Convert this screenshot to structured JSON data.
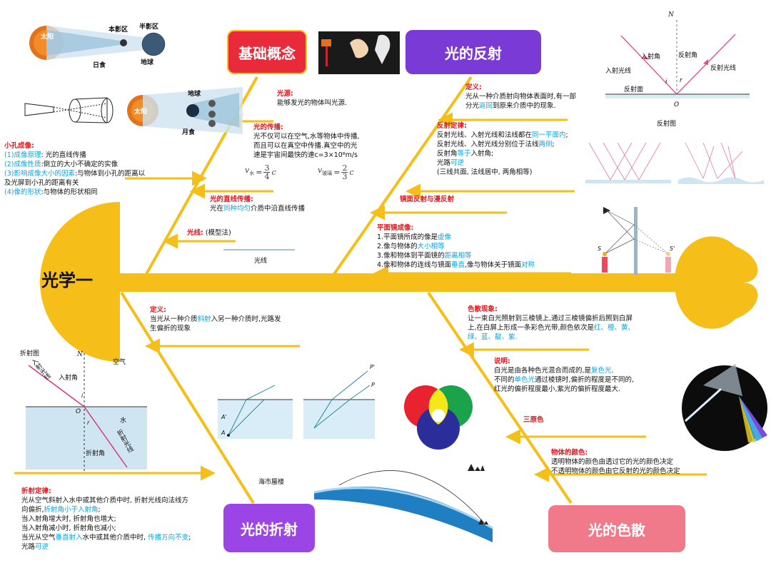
{
  "center_title": "光学一",
  "branches": {
    "basic": "基础概念",
    "reflection": "光的反射",
    "refraction": "光的折射",
    "dispersion": "光的色散"
  },
  "colors": {
    "spine": "#f5be18",
    "basic_box": "#e82a3a",
    "reflection_box": "#7a3ad6",
    "refraction_box": "#9b45e6",
    "dispersion_box": "#f07a8a",
    "red_text": "#e3161b",
    "blue_text": "#0aa3e6"
  },
  "eclipse": {
    "sun": "太阳",
    "umbra": "本影区",
    "penumbra": "半影区",
    "earth": "地球",
    "solar": "日食",
    "lunar": "月食",
    "sun2": "太阳",
    "earth2": "地球"
  },
  "pinhole": {
    "title": "小孔成像:",
    "l1a": "(1)",
    "l1b": "成像原理",
    "l1c": ": 光的直线传播",
    "l2a": "(2)",
    "l2b": "成像性质",
    "l2c": ":倒立的大小不确定的实像",
    "l3a": "(3)",
    "l3b": "影响成像大小的因素",
    "l3c": ":与物体到小孔的距离以",
    "l3d": "及光屏到小孔的距离有关",
    "l4a": "(4)",
    "l4b": "像的形状",
    "l4c": ":与物体的形状相同"
  },
  "light_source": {
    "title": "光源:",
    "body": "能够发光的物体叫光源."
  },
  "propagation": {
    "title": "光的传播:",
    "l1": "光不仅可以在空气,水等物体中传播,",
    "l2": "而且可以在真空中传播.真空中的光",
    "l3": "速是宇宙间最快的速c=3×10⁸m/s",
    "f1_lhs": "v",
    "f1_sub": "水",
    "f1_eq": "=",
    "f1_num": "3",
    "f1_den": "4",
    "f1_c": "c",
    "f2_lhs": "v",
    "f2_sub": "玻璃",
    "f2_eq": "=",
    "f2_num": "2",
    "f2_den": "3",
    "f2_c": "c"
  },
  "straight": {
    "title": "光的直线传播:",
    "a": "光在",
    "b": "同种均匀",
    "c": "介质中沿直线传播"
  },
  "ray": {
    "title": "光线:",
    "body": "(模型法)",
    "label": "光线"
  },
  "refl_def": {
    "title": "定义:",
    "l1": "光从一种介质射向物体表面时,有一部",
    "l2a": "分光",
    "l2b": "返回",
    "l2c": "到原来介质中的现象."
  },
  "refl_law": {
    "title": "反射定律:",
    "l1a": "反射光线、入射光线和法线都在",
    "l1b": "同一平面内",
    "l1c": ";",
    "l2a": "反射光线、入射光线分别位于法线",
    "l2b": "两侧",
    "l2c": ";",
    "l3a": "反射角",
    "l3b": "等于",
    "l3c": "入射角;",
    "l4a": "光路",
    "l4b": "可逆",
    "l5": "(三线共面, 法线居中, 两角相等)"
  },
  "refl_fig": {
    "n": "N",
    "inc_angle": "入射角",
    "ref_angle": "反射角",
    "inc_ray": "入射光线",
    "ref_ray": "反射光线",
    "surface": "反射面",
    "o": "O",
    "i": "i",
    "r": "r",
    "caption": "反射图"
  },
  "mirror_diffuse": "镜面反射与漫反射",
  "plane_mirror": {
    "title": "平面镜成像:",
    "l1a": "1.平面镜所成的像是",
    "l1b": "虚像",
    "l2a": "2.像与物体的",
    "l2b": "大小相等",
    "l3a": "3.像和物体到平面镜的",
    "l3b": "距离相等",
    "l4a": "4.像和物体的连线与镜面",
    "l4b": "垂直",
    "l4c": ",像与物体关于镜面",
    "l4d": "对称",
    "s": "S",
    "s2": "S'"
  },
  "refr_def": {
    "title": "定义:",
    "l1a": "当光从一种介质",
    "l1b": "斜射",
    "l1c": "入另一种介质时,光路发",
    "l2": "生偏折的现象"
  },
  "refr_fig": {
    "caption": "折射图",
    "n": "N",
    "air": "空气",
    "inc_ray": "入射光线",
    "inc_angle": "入射角",
    "o": "O",
    "water": "水",
    "refr_ray": "折射光线",
    "refr_angle": "折射角",
    "i": "i",
    "r": "r"
  },
  "mirage": {
    "label": "海市蜃楼",
    "a": "A",
    "a2": "A'",
    "p": "P",
    "p2": "P'"
  },
  "refr_law": {
    "title": "折射定律:",
    "l1": "光从空气斜射入水中或其他介质中时, 折射光线向法线方",
    "l2a": "向偏折,",
    "l2b": "折射角小于入射角",
    "l2c": ";",
    "l3": "当入射角增大时, 折射角也增大;",
    "l4": "当入射角减小时, 折射角也减小;",
    "l5a": "当光从空气",
    "l5b": "垂直射入",
    "l5c": "水中或其他介质中时,",
    "l5d": "传播方向不变",
    "l5e": ";",
    "l6a": "光路",
    "l6b": "可逆"
  },
  "disp": {
    "title": "色散现象:",
    "l1": "让一束白光照射到三棱镜上,通过三棱镜偏折后照到白屏",
    "l2a": "上,在白屏上形成一条彩色光带,颜色依次是",
    "l2b": "红、橙、黄、",
    "l3": "绿、蓝、靛、紫."
  },
  "explain": {
    "title": "说明:",
    "l1a": "白光是由各种色光混合而成的,是",
    "l1b": "复色光",
    "l1c": ".",
    "l2a": "不同的",
    "l2b": "单色光",
    "l2c": "通过棱镜时,偏折的程度是不同的,",
    "l3": "红光的偏折程度最小,紫光的偏折程度最大."
  },
  "primary": "三原色",
  "obj_color": {
    "title": "物体的颜色:",
    "l1": "透明物体的颜色由透过它的光的颜色决定",
    "l2": "不透明物体的颜色由它反射的光的颜色决定"
  }
}
